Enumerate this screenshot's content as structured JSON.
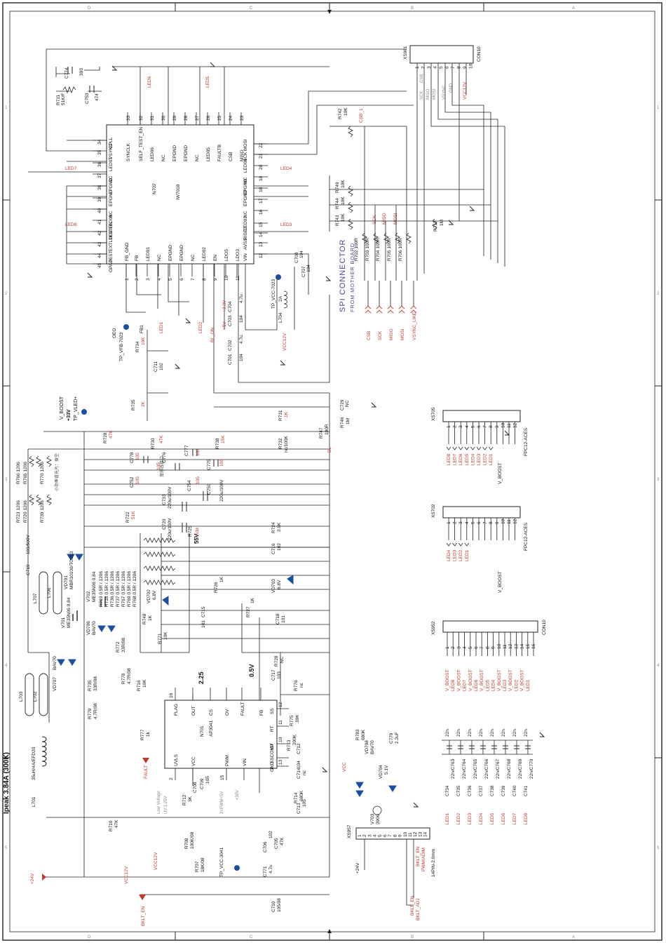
{
  "title": "Ipeak 3.84A (300K)",
  "zones": {
    "top": [
      "D",
      "C",
      "B",
      "A"
    ],
    "bottom": [
      "D",
      "C",
      "B",
      "A"
    ],
    "left": [
      "1",
      "2",
      "3",
      "4",
      "5"
    ],
    "right": [
      "1",
      "2",
      "3",
      "4",
      "5"
    ]
  },
  "n702": {
    "ref": "N702",
    "part": "IW7018",
    "top_pins": [
      {
        "num": "33",
        "name": "SYNCLK"
      },
      {
        "num": "32",
        "name": "SELF_TEST_EN"
      },
      {
        "num": "31",
        "name": "LED06"
      },
      {
        "num": "30",
        "name": "NC"
      },
      {
        "num": "29",
        "name": "EPGND"
      },
      {
        "num": "28",
        "name": "EPGND"
      },
      {
        "num": "27",
        "name": "NC"
      },
      {
        "num": "26",
        "name": "LED05"
      },
      {
        "num": "25",
        "name": "FAULTB"
      },
      {
        "num": "24",
        "name": "CSB"
      },
      {
        "num": "23",
        "name": "MISO"
      }
    ],
    "left_pins": [
      {
        "num": "34",
        "name": "CPLL"
      },
      {
        "num": "35",
        "name": "VSYNC"
      },
      {
        "num": "36",
        "name": "LED07"
      },
      {
        "num": "37",
        "name": "NC"
      },
      {
        "num": "38",
        "name": "EPGND"
      },
      {
        "num": "39",
        "name": "EPGND"
      },
      {
        "num": "40",
        "name": "NC"
      },
      {
        "num": "41",
        "name": "LED08"
      },
      {
        "num": "42",
        "name": "TESTEN"
      },
      {
        "num": "43",
        "name": "EXTLDO3"
      },
      {
        "num": "44",
        "name": "TEST"
      },
      {
        "num": "45",
        "name": "GPAD"
      }
    ],
    "right_pins": [
      {
        "num": "22",
        "name": "MOSI"
      },
      {
        "num": "21",
        "name": "SCK"
      },
      {
        "num": "20",
        "name": "LED04"
      },
      {
        "num": "19",
        "name": "NC"
      },
      {
        "num": "18",
        "name": "EPGND"
      },
      {
        "num": "17",
        "name": "EPGND"
      },
      {
        "num": "16",
        "name": "NC"
      },
      {
        "num": "15",
        "name": "LED03"
      },
      {
        "num": "14",
        "name": "RISET"
      },
      {
        "num": "13",
        "name": "AVSS"
      },
      {
        "num": "12",
        "name": "VIN"
      }
    ],
    "bottom_pins": [
      {
        "num": "1",
        "name": "FB_GND"
      },
      {
        "num": "2",
        "name": "FB"
      },
      {
        "num": "3",
        "name": "LED01"
      },
      {
        "num": "4",
        "name": "NC"
      },
      {
        "num": "5",
        "name": "EPGND"
      },
      {
        "num": "6",
        "name": "EPGND"
      },
      {
        "num": "7",
        "name": "NC"
      },
      {
        "num": "8",
        "name": "LED02"
      },
      {
        "num": "9",
        "name": "EN"
      },
      {
        "num": "10",
        "name": "LDO5"
      },
      {
        "num": "11",
        "name": "LDO3"
      }
    ]
  },
  "n701": {
    "ref": "N701",
    "part": "AP3041",
    "top_pins": [
      {
        "num": "16",
        "name": "FLAG"
      },
      {
        "num": "",
        "name": "OUT"
      },
      {
        "num": "",
        "name": "CS"
      },
      {
        "num": "",
        "name": "OV"
      },
      {
        "num": "",
        "name": "FAULT"
      },
      {
        "num": "",
        "name": "FB"
      }
    ],
    "right_pins": [
      {
        "num": "12",
        "name": "SS"
      },
      {
        "num": "11",
        "name": "RT"
      },
      {
        "num": "10",
        "name": "CT"
      },
      {
        "num": "",
        "name": "SSCOMP"
      },
      {
        "num": "13",
        "name": "GND"
      }
    ],
    "bottom_pins": [
      {
        "num": "2",
        "name": "UVLS"
      },
      {
        "num": "",
        "name": "VCC"
      },
      {
        "num": "15",
        "name": "PWM"
      },
      {
        "num": "",
        "name": "VIN"
      }
    ]
  },
  "header_con10": {
    "ref": "XS961",
    "part": "CON10",
    "pins": [
      "1",
      "2",
      "3",
      "4",
      "5",
      "6",
      "7",
      "8",
      "9",
      "10"
    ],
    "signals": [
      "CSB",
      "SCK",
      "MISO",
      "MOSI",
      "VSYNC",
      "GND",
      "VCC12V"
    ]
  },
  "spi": {
    "title": "SPI CONNECTOR",
    "subtitle": "FROM MOTHER BOARD",
    "arrows": [
      "CSB",
      "SCK",
      "MISO",
      "MOSI",
      "VSYNC_LIKE"
    ],
    "resistors": [
      {
        "ref": "R702",
        "value": "100R"
      },
      {
        "ref": "R703",
        "value": "100R"
      },
      {
        "ref": "R704",
        "value": "100R"
      },
      {
        "ref": "R705",
        "value": "100R"
      },
      {
        "ref": "R706",
        "value": "100R"
      }
    ],
    "pullups": [
      {
        "ref": "R742",
        "value": "10K"
      },
      {
        "ref": "R749",
        "value": "10K"
      },
      {
        "ref": "R744",
        "value": "10K"
      },
      {
        "ref": "R743",
        "value": "10K"
      },
      {
        "ref": "R717",
        "value": "1M"
      }
    ],
    "net_labels": [
      "CSB_1",
      "SCK",
      "MISO",
      "MOSI"
    ]
  },
  "fpc_connectors": [
    {
      "ref": "XS705",
      "part": "FPC12-ACES",
      "pins": [
        "1",
        "2",
        "3",
        "4",
        "5",
        "6",
        "7",
        "8",
        "9",
        "10",
        "11",
        "12"
      ],
      "signals": [
        "LED8",
        "LED7",
        "LED6",
        "LED5",
        "LED4",
        "LED3",
        "LED2",
        "LED1"
      ],
      "boost": "V_BOOST"
    },
    {
      "ref": "XS702",
      "part": "FPC12-ACES",
      "pins": [
        "1",
        "2",
        "3",
        "4",
        "5",
        "6",
        "7",
        "8",
        "9",
        "10",
        "11",
        "12"
      ],
      "signals": [
        "LED4",
        "LED3",
        "LED2",
        "LED1"
      ],
      "boost": "V_BOOST"
    }
  ],
  "xs952": {
    "ref": "XS952",
    "part": "CON10",
    "pins": [
      "1",
      "2",
      "3",
      "4",
      "5",
      "6",
      "7",
      "8",
      "9",
      "10",
      "11",
      "12",
      "13",
      "14",
      "15",
      "16"
    ],
    "signals": [
      "V_BOOST",
      "LED8",
      "V_BOOST",
      "LED7",
      "V_BOOST",
      "LED6",
      "V_BOOST",
      "LED5",
      "LED4",
      "V_BOOST",
      "LED3",
      "V_BOOST",
      "LED2",
      "V_BOOST",
      "LED1"
    ]
  },
  "xs957": {
    "ref": "XS957",
    "part": "14PIN-2.0mm",
    "pins": [
      "1",
      "2",
      "3",
      "4",
      "5",
      "6",
      "7",
      "8",
      "9",
      "10",
      "11",
      "12",
      "13",
      "14"
    ],
    "signals": [
      "+24V",
      "BKLT_EN",
      "PWM/ADIM",
      "BKLT_EN",
      "BKLT_ADJ"
    ]
  },
  "led_caps": [
    {
      "ref": "C734",
      "mid": "22n/C763",
      "val": "22n",
      "led": "LED1"
    },
    {
      "ref": "C735",
      "mid": "22n/C764",
      "val": "22n",
      "led": "LED2"
    },
    {
      "ref": "C736",
      "mid": "22n/C765",
      "val": "22n",
      "led": "LED3"
    },
    {
      "ref": "C737",
      "mid": "22n/C766",
      "val": "22n",
      "led": "LED4"
    },
    {
      "ref": "C738",
      "mid": "22n/C767",
      "val": "22n",
      "led": "LED5"
    },
    {
      "ref": "C739",
      "mid": "22n/C768",
      "val": "22n",
      "led": "LED6"
    },
    {
      "ref": "C740",
      "mid": "22n/C769",
      "val": "22n",
      "led": "LED7"
    },
    {
      "ref": "C741",
      "mid": "22n/C770",
      "val": "22n",
      "led": "LED8"
    }
  ],
  "labels": {
    "v_boost": "V_BOOST",
    "plus33v": "+33V",
    "tp_vled": "TP_VLED+",
    "tp_vcc7023": "TP_VCC-7023",
    "tp_vfb7023": "TP_VFB-7023",
    "tp_vcc3041": "TP_VCC-3041",
    "fb1": "FB1",
    "oeo": "OEO",
    "plus24v": "+24V",
    "vcc12v_a": "VCC12V",
    "vcc12v_b": "VCC12V",
    "bklt_en": "BKLT_EN",
    "fault": "FAULT",
    "vcc": "VCC",
    "v55": "55V",
    "v225": "2.25",
    "v05": "0.5V",
    "uvls_note": "Low Voltage",
    "uvls_note2": "UV:1.25V",
    "vin_note": "<30V",
    "pwm_note": "2<PWM<5V",
    "chinese_a": "小功率背光片：拨空",
    "chinese_b": "双排线接口",
    "plus33v_net": "+3.3V",
    "plus5v_net": "+5V",
    "vcc12v_net": "VCC12V",
    "bl_on": "BL_ON"
  },
  "parts": {
    "L701": "35uH/4A/EFD20",
    "L702": "L702",
    "L703": "L703",
    "L707": "L707",
    "L706": "L706",
    "V701": "ME35N06 0.84",
    "V702": "ME35N06 0.84",
    "VD701": "MBR10100/TO263",
    "VD706": "BAV70",
    "VD707": "BAV70",
    "VD702": "6.8V",
    "VD703": "6.8V",
    "VD708": "BAV70",
    "VD704": "5.1V",
    "V703": "3906",
    "R710": "47K",
    "R712": "3K",
    "R708": "100K/08",
    "R707": "18K/08",
    "R777": "1k",
    "R779": "4.7R/08",
    "R735b": "33R/08",
    "R778": "4.7R/08",
    "R716": "10K",
    "R772": "33R/08",
    "R771": "10K",
    "R748": "1K",
    "R722": "51K",
    "R725": "51k",
    "R726": "1K",
    "R727": "1K",
    "R724": "3.9K",
    "R728": "NC",
    "R776": "nc",
    "R775": "39K",
    "R713": "200K",
    "R714": "680K",
    "R783": "680K",
    "R728b": "47K",
    "R729": "47K",
    "R730": "47K",
    "R738": "15K",
    "R731": "1K",
    "R732": "nc/100K",
    "R747": "100R",
    "R746": "1M",
    "R734": "10K",
    "R735": "2K",
    "C774": "393",
    "C753": "474",
    "R711": "51K/F",
    "C708": "104",
    "C707": "104",
    "C704": "4.7u",
    "C703": "104",
    "L704": "2A",
    "C702": "4.7u",
    "C701": "104",
    "C711": "102",
    "C729": "NC",
    "C719": "101/500V",
    "C720": "220u/100V",
    "C733": "220u/100V",
    "C750": "220u/100V",
    "C716": "102",
    "C715": "101",
    "C718": "101",
    "C717": "103",
    "C712": "104",
    "C714": "nc",
    "C713": "105",
    "C779": "2.2uF",
    "C709": "105",
    "C706": "102",
    "C705": "47K",
    "C771": "4.7u",
    "C710": "105/08",
    "sense_resistors": [
      "R719 0.5R / 1206",
      "R718 0.5R / 1206",
      "R736 0.5R / 1206",
      "R737 0.5R / 1206",
      "R767 0.5R / 1206",
      "R769 0.5R / 1206",
      "R768 0.5R / 1206"
    ],
    "bleed_resistors": [
      "R766 1206",
      "R765 1206",
      "R770 1206",
      "R723 1206",
      "R720 1206",
      "R739 1206"
    ]
  },
  "colors": {
    "wire": "#222222",
    "net_label": "#c0392b",
    "title_text": "#5a3d91",
    "test_point": "#1a4fa0"
  }
}
